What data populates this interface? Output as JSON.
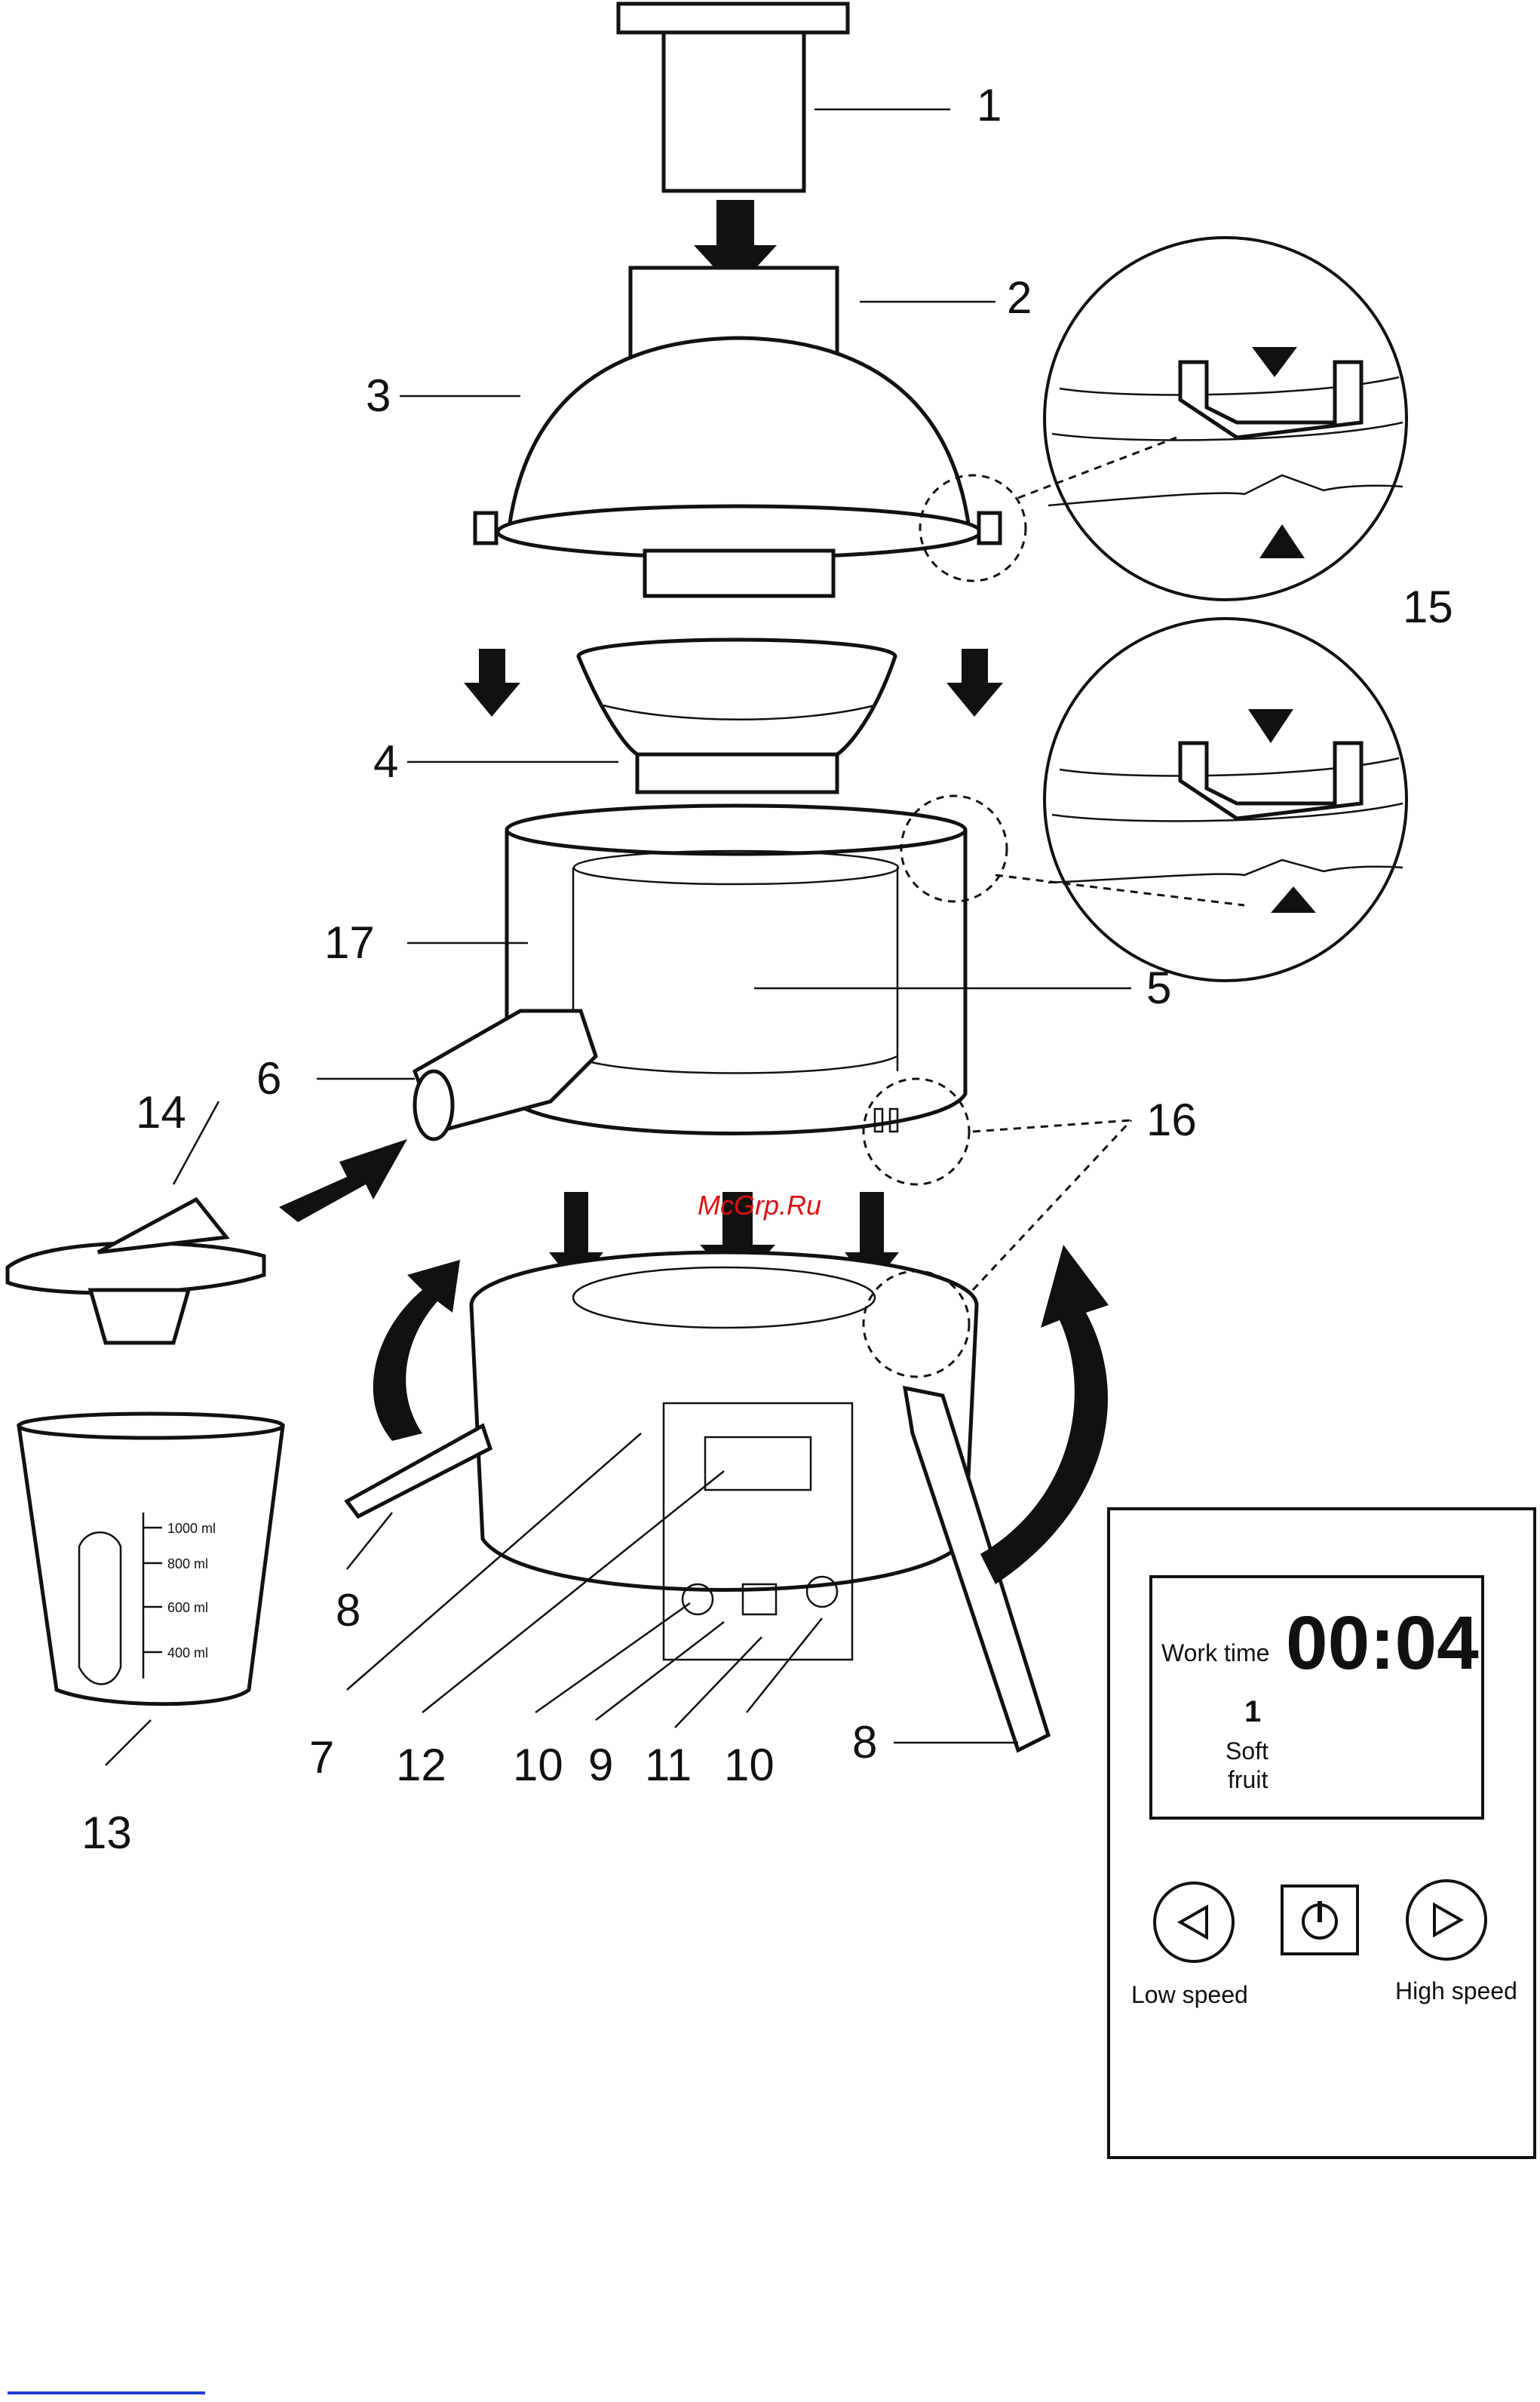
{
  "callouts": {
    "c1": "1",
    "c2": "2",
    "c3": "3",
    "c4": "4",
    "c5": "5",
    "c6": "6",
    "c7": "7",
    "c8a": "8",
    "c8b": "8",
    "c9": "9",
    "c10a": "10",
    "c10b": "10",
    "c11": "11",
    "c12": "12",
    "c13": "13",
    "c14": "14",
    "c15": "15",
    "c16": "16",
    "c17": "17"
  },
  "jug_scale": [
    "1000 ml",
    "800 ml",
    "600 ml",
    "400 ml"
  ],
  "watermark": "McGrp.Ru",
  "control_panel": {
    "work_time_label": "Work time",
    "time_display": "00:04",
    "program_number": "1",
    "program_name_line1": "Soft",
    "program_name_line2": "fruit",
    "low_speed_label": "Low speed",
    "high_speed_label": "High speed",
    "low_icon": "triangle-left-icon",
    "power_icon": "power-icon",
    "high_icon": "triangle-right-icon"
  },
  "colors": {
    "line": "#111111",
    "watermark": "#dd1111",
    "link": "#1f3fd6"
  }
}
